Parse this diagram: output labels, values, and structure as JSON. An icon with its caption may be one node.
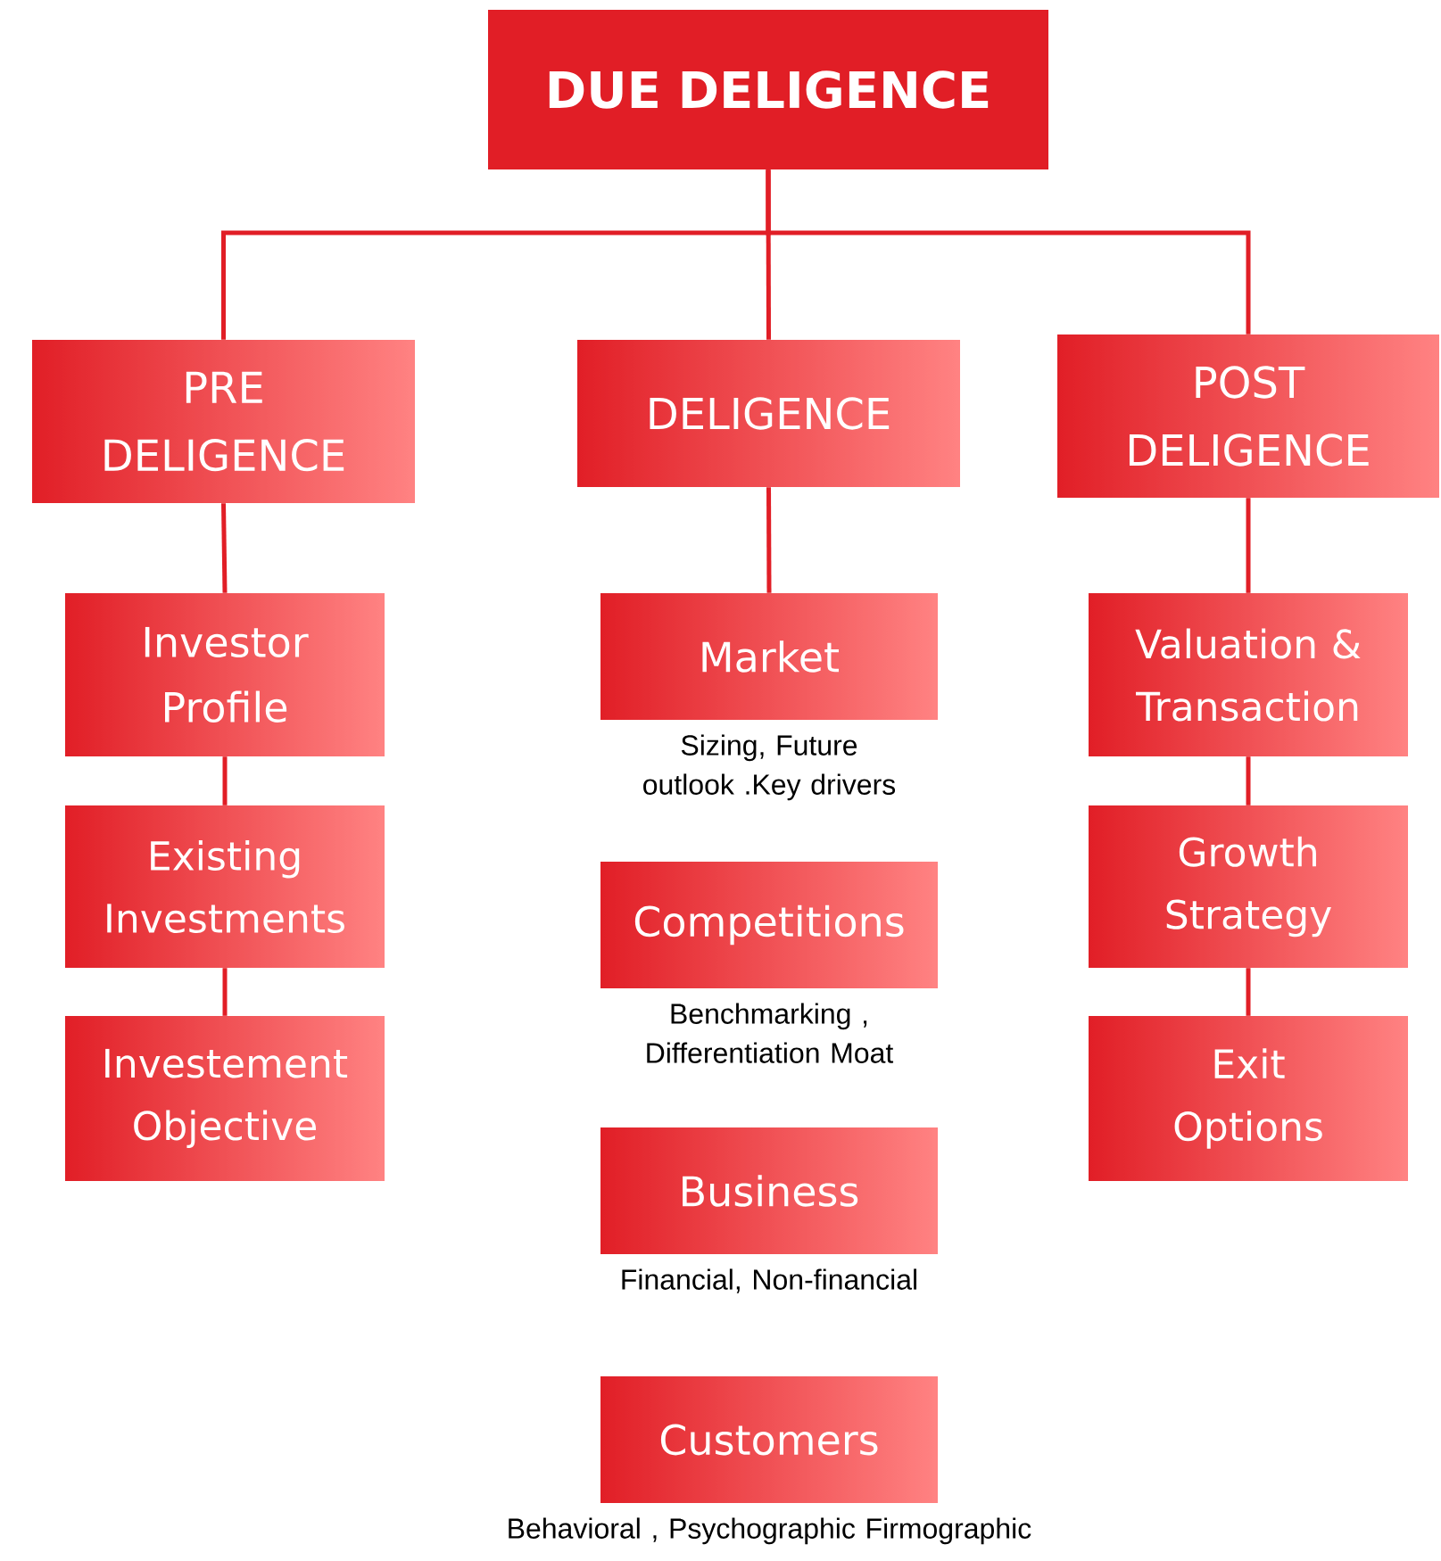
{
  "diagram": {
    "nodes": [
      {
        "text": [
          "DUE DELIGENCE"
        ]
      },
      {
        "text": [
          "PRE DELIGENCE"
        ]
      },
      {
        "text": [
          "DELIGENCE"
        ]
      },
      {
        "text": [
          "POST DELIGENCE"
        ]
      },
      {
        "text": [
          "Investor Profile"
        ]
      },
      {
        "text": [
          "Existing Investments"
        ]
      },
      {
        "text": [
          "Investement Objective"
        ]
      },
      {
        "text": [
          "Market"
        ],
        "beside": [
          "Sizing, Future outlook .Key drivers"
        ]
      },
      {
        "text": [
          "Competitions"
        ],
        "beside": [
          "Benchmarking , Differentiation Moat"
        ]
      },
      {
        "text": [
          "Business"
        ],
        "beside": [
          "Financial, Non-financial"
        ]
      },
      {
        "text": [
          "Customers"
        ],
        "beside": [
          "Behavioral , Psychographic Firmographic"
        ]
      },
      {
        "text": [
          "Valuation & Transaction"
        ]
      },
      {
        "text": [
          "Growth Strategy"
        ]
      },
      {
        "text": [
          "Exit Options"
        ]
      }
    ],
    "edges": [
      {
        "from": 0,
        "to": 1,
        "arrow": "none"
      },
      {
        "from": 0,
        "to": 2,
        "arrow": "none"
      },
      {
        "from": 0,
        "to": 3,
        "arrow": "none"
      },
      {
        "from": 1,
        "to": 4,
        "arrow": "none"
      },
      {
        "from": 4,
        "to": 5,
        "arrow": "none"
      },
      {
        "from": 5,
        "to": 6,
        "arrow": "none"
      },
      {
        "from": 2,
        "to": 7,
        "arrow": "none"
      },
      {
        "from": 3,
        "to": 11,
        "arrow": "none"
      },
      {
        "from": 11,
        "to": 12,
        "arrow": "none"
      },
      {
        "from": 12,
        "to": 13,
        "arrow": "none"
      }
    ]
  }
}
